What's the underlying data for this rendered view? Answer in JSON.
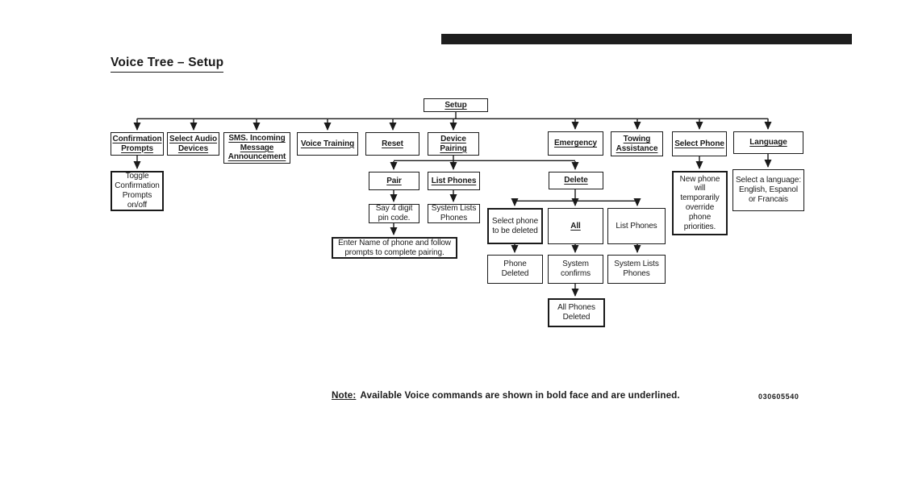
{
  "page": {
    "title": "Voice Tree – Setup",
    "figure_code": "030605540",
    "note": {
      "label": "Note:",
      "text": "Available Voice commands are shown in bold face and are underlined."
    }
  },
  "colors": {
    "ink": "#1a1a1a",
    "background": "#ffffff",
    "header_bar": "#1e1e1e"
  },
  "nodes": {
    "setup": "Setup",
    "confirmation_prompts": "Confirmation Prompts",
    "select_audio_devices": "Select Audio Devices",
    "sms_incoming": "SMS. Incoming Message Announcement",
    "voice_training": "Voice Training",
    "reset": "Reset",
    "device_pairing": "Device Pairing",
    "emergency": "Emergency",
    "towing_assistance": "Towing Assistance",
    "select_phone": "Select Phone",
    "language": "Language",
    "toggle_confirmation": "Toggle Confirmation Prompts on/off",
    "pair": "Pair",
    "list_phones": "List Phones",
    "delete": "Delete",
    "new_phone_override": "New phone will temporarily override phone priorities.",
    "select_language": "Select a language: English, Espanol or Francais",
    "say_pin": "Say 4 digit pin code.",
    "system_lists_phones": "System Lists Phones",
    "select_phone_to_delete": "Select phone to be deleted",
    "all": "All",
    "list_phones_plain": "List Phones",
    "enter_name": "Enter Name of phone and follow prompts to complete pairing.",
    "phone_deleted": "Phone Deleted",
    "system_confirms": "System confirms",
    "system_lists_phones_2": "System Lists Phones",
    "all_phones_deleted": "All Phones Deleted"
  }
}
